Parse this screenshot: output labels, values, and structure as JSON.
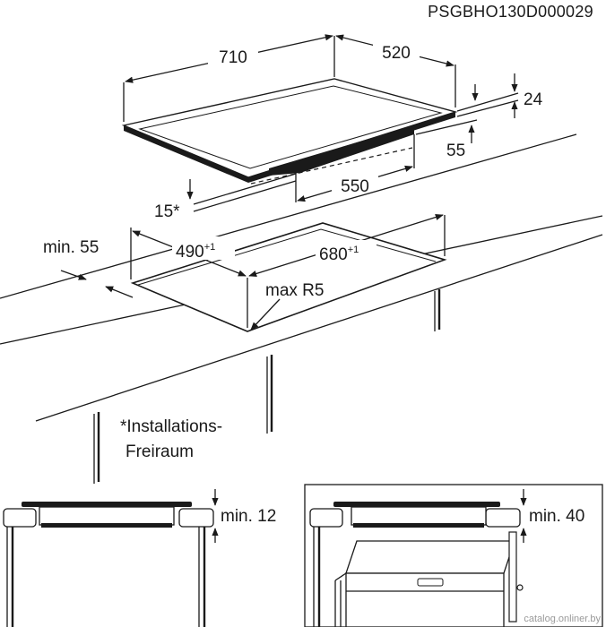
{
  "doc_code": "PSGBHO130D000029",
  "dims": {
    "width": "710",
    "depth": "520",
    "height": "24",
    "under_height": "55",
    "under_width": "550",
    "clearance": "15*",
    "min_edge": "min. 55",
    "cut_depth": "490",
    "cut_depth_tol": "+1",
    "cut_width": "680",
    "cut_width_tol": "+1",
    "radius": "max R5"
  },
  "note": {
    "line1": "*Installations-",
    "line2": "Freiraum"
  },
  "detail_left": {
    "label": "min. 12"
  },
  "detail_right": {
    "label": "min. 40"
  },
  "watermark": "catalog.onliner.by"
}
